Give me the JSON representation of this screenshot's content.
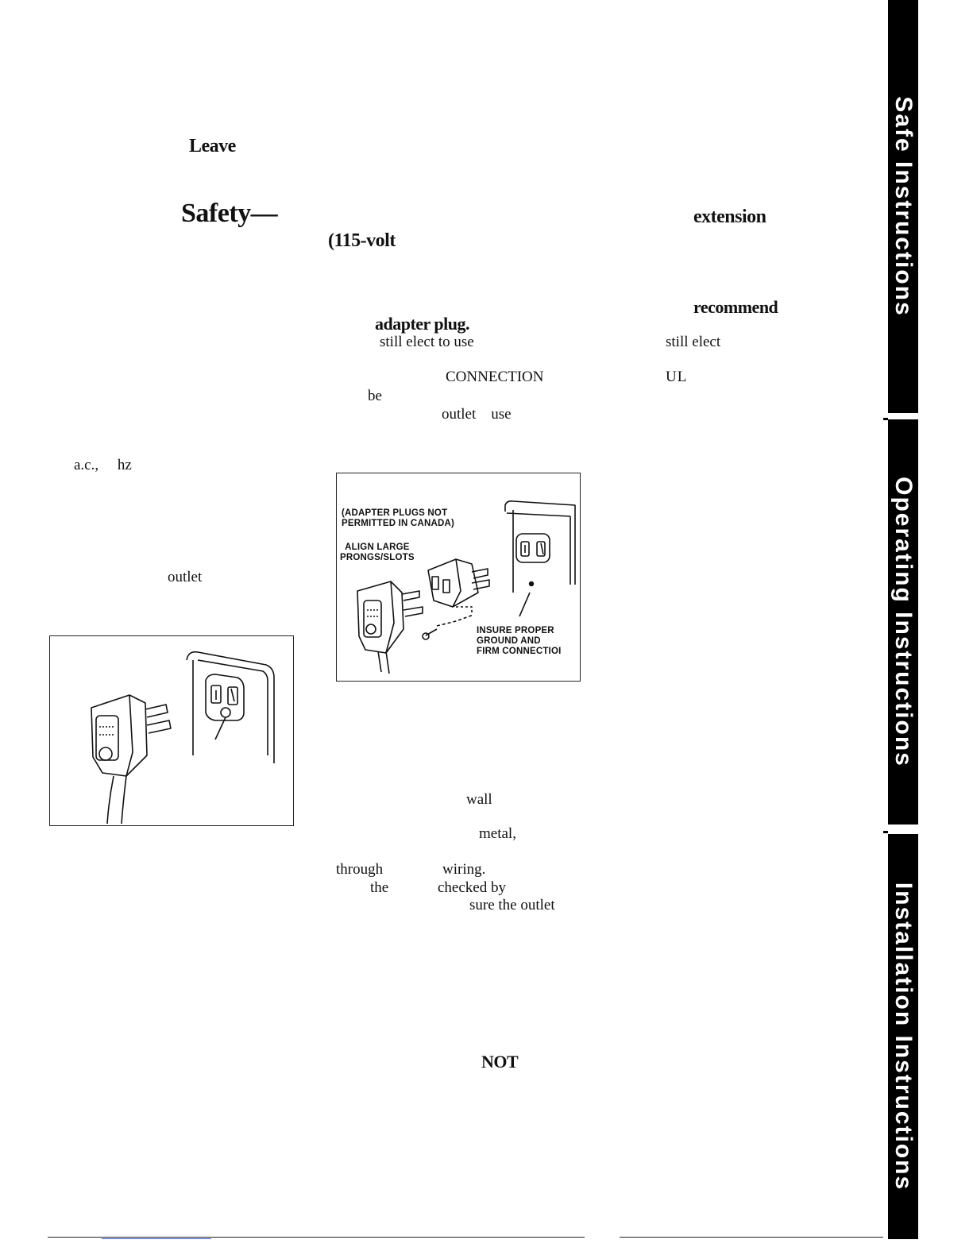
{
  "fragments": {
    "leave": "Leave",
    "safety": "Safety—",
    "extension": "extension",
    "volt_115": "(115-volt",
    "recommend": "recommend",
    "adapter_plug": "adapter plug.",
    "still_elect_to_use": "still elect to use",
    "still_elect": "still elect",
    "connection": "CONNECTION",
    "ul": "UL",
    "be": "be",
    "outlet_use": "outlet    use",
    "ac_hz": "a.c.,     hz",
    "outlet": "outlet",
    "wall": "wall",
    "metal": "metal,",
    "through": "through",
    "wiring": "wiring.",
    "the": "the",
    "checked_by": "checked by",
    "sure_the_outlet": "sure the outlet",
    "not": "NOT"
  },
  "figure_adapter": {
    "label_canada": "(ADAPTER PLUGS NOT\nPERMITTED IN CANADA)",
    "label_align": "ALIGN LARGE\nPRONGS/SLOTS",
    "label_ground": "INSURE PROPER\nGROUND AND\nFIRM CONNECTIOI"
  },
  "sidebar_tabs": [
    "Safe Instructions",
    "Operating Instructions",
    "Installation Instructions"
  ]
}
